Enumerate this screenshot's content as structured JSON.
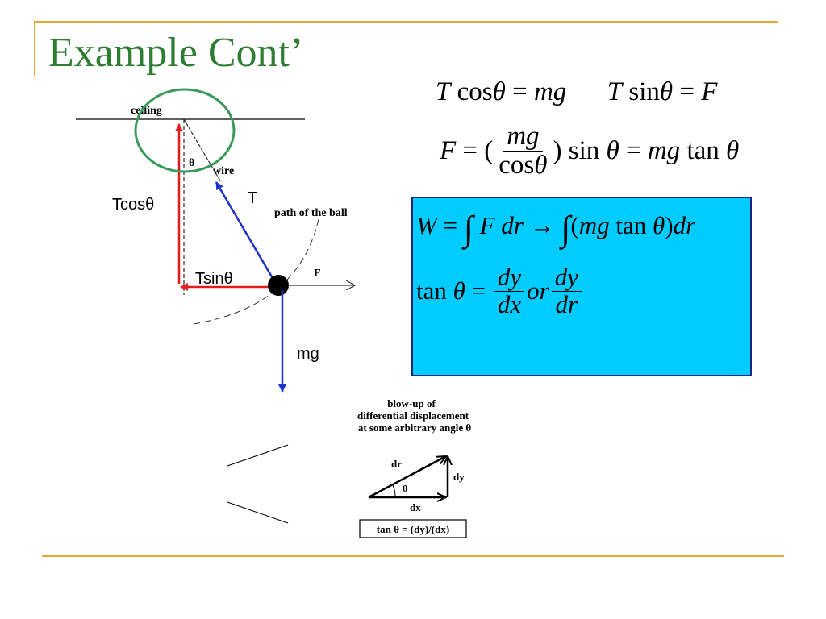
{
  "slide": {
    "title": "Example Cont’",
    "colors": {
      "title": "#2e7d32",
      "frame": "#e8a735",
      "box_fill": "#00ccff",
      "box_border": "#1a237e",
      "tension": "#1f33cc",
      "component": "#e01e1e",
      "circle": "#3a9a5a"
    }
  },
  "equations": {
    "eq1_left": {
      "T": "T",
      "cos": "cos",
      "theta": "θ",
      "eq": " = ",
      "mg": "mg"
    },
    "eq1_right": {
      "T": "T",
      "sin": "sin",
      "theta": "θ",
      "eq": " = ",
      "F": "F"
    },
    "eq2": {
      "F": "F",
      "eq_open": " = (",
      "num": "mg",
      "den_cos": "cos",
      "den_theta": "θ",
      "close_sin": ") sin ",
      "theta1": "θ",
      "eq": " = ",
      "mg": "mg",
      "tan": " tan ",
      "theta2": "θ"
    },
    "eq3": {
      "W": "W",
      "eq": " = ",
      "int1": "∫",
      "F": "F",
      "dr1": "dr",
      "arrow": " → ",
      "int2": "∫",
      "paren_open": "(",
      "mg": "mg",
      "tan": " tan ",
      "theta": "θ",
      "paren_close": ")",
      "dr2": "dr"
    },
    "eq4": {
      "tan": "tan ",
      "theta": "θ",
      "eq": " = ",
      "frac1_num": "dy",
      "frac1_den": "dx",
      "or": "or",
      "frac2_num": "dy",
      "frac2_den": "dr"
    }
  },
  "pendulum": {
    "ceiling": "ceiling",
    "theta": "θ",
    "wire": "wire",
    "T": "T",
    "path": "path of the ball",
    "F": "F",
    "tcos": "Tcosθ",
    "tsin": "Tsinθ",
    "mg": "mg"
  },
  "blowup": {
    "caption_line1": "blow-up of",
    "caption_line2": "differential displacement",
    "caption_line3": "at some arbitrary angle θ",
    "dr": "dr",
    "dy": "dy",
    "dx": "dx",
    "theta": "θ",
    "formula": "tan θ = (dy)/(dx)"
  }
}
